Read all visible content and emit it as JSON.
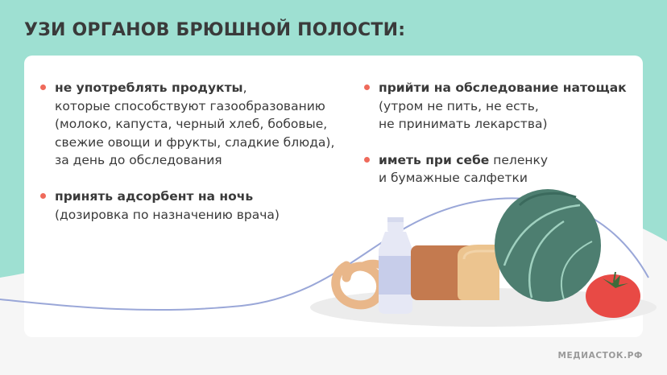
{
  "title": "УЗИ ОРГАНОВ БРЮШНОЙ ПОЛОСТИ:",
  "left_items": [
    {
      "bold": "не употреблять продукты",
      "after_bold": ",",
      "lines": [
        "которые способствуют газообразованию",
        "(молоко, капуста, черный хлеб, бобовые,",
        "свежие овощи и фрукты, сладкие блюда),",
        "за день до обследования"
      ]
    },
    {
      "bold": "принять адсорбент на ночь",
      "after_bold": "",
      "lines": [
        "(дозировка по назначению врача)"
      ]
    }
  ],
  "right_items": [
    {
      "bold": "прийти на обследование натощак",
      "after_bold": "",
      "lines": [
        "(утром не пить, не есть,",
        "не принимать лекарства)"
      ]
    },
    {
      "bold": "иметь при себе",
      "after_bold": " пеленку",
      "lines": [
        "и бумажные салфетки"
      ]
    }
  ],
  "footer": "МЕДИАСТОК.РФ",
  "colors": {
    "mint": "#9ee0d2",
    "bullet": "#ef6a5b",
    "text": "#3a3a3a",
    "cabbage": "#4d7e70",
    "tomato": "#e84a45",
    "bread": "#c47a4f",
    "wave": "#9aa7d8"
  }
}
